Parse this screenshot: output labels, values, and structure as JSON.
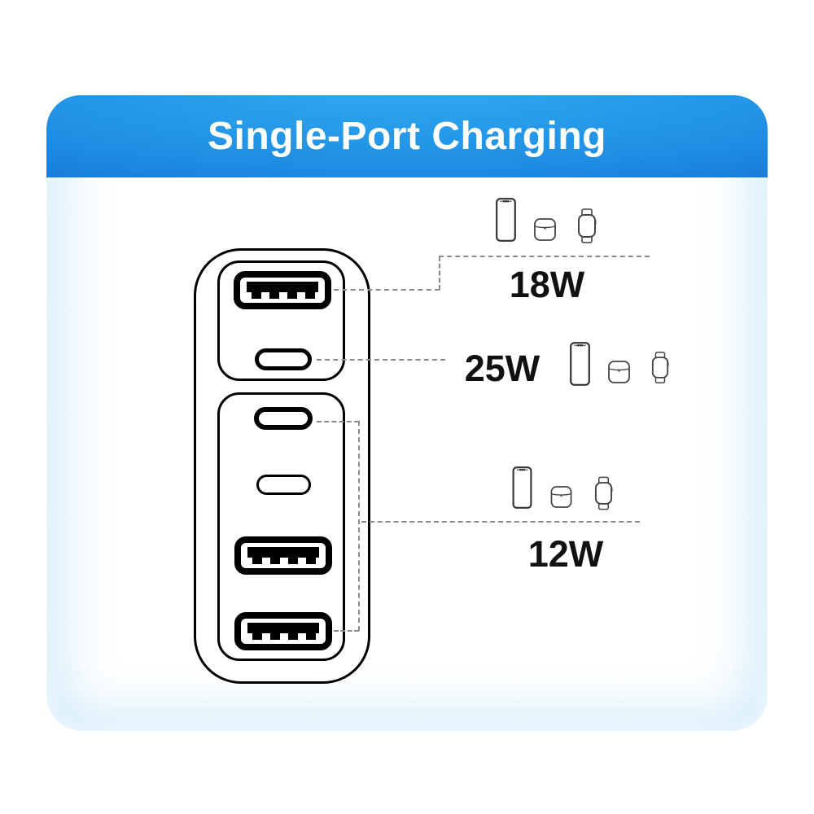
{
  "title": "Single-Port Charging",
  "charger": {
    "description": "multi-port wall charger front view",
    "top_section_ports": [
      "USB-A",
      "USB-C"
    ],
    "bottom_section_ports": [
      "USB-C",
      "USB-C",
      "USB-A",
      "USB-A"
    ]
  },
  "callouts": {
    "w18": {
      "label": "18W",
      "source_port": "top USB-A",
      "devices": [
        "phone",
        "earbuds-case",
        "smartwatch"
      ]
    },
    "w25": {
      "label": "25W",
      "source_port": "top USB-C",
      "devices": [
        "phone",
        "earbuds-case",
        "smartwatch"
      ]
    },
    "w12": {
      "label": "12W",
      "source_port": "bottom port group",
      "devices": [
        "phone",
        "earbuds-case",
        "smartwatch"
      ]
    }
  },
  "colors": {
    "header_gradient_top": "#2BA6EF",
    "header_gradient_bottom": "#1066CF",
    "header_text": "#FFFFFF",
    "card_edge_glow": "#CFE9F8",
    "outline_black": "#000000",
    "dash_gray": "#8A8A8A",
    "label_text": "#111111"
  }
}
